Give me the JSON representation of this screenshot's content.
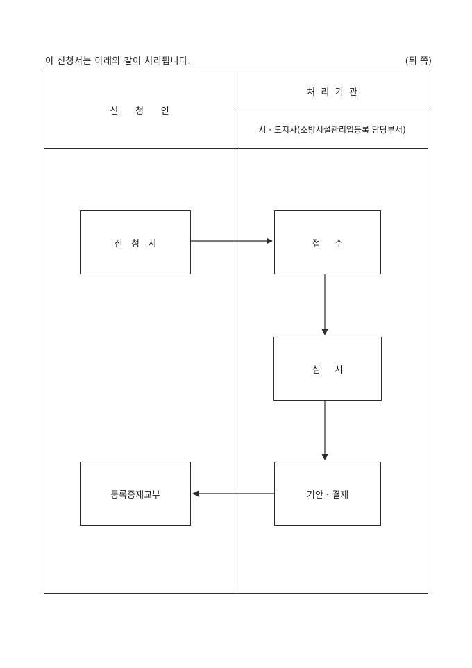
{
  "page": {
    "header_note": "이 신청서는 아래와 같이 처리됩니다.",
    "page_side_label": "(뒤 쪽)"
  },
  "table": {
    "applicant_header": "신      청      인",
    "agency_header": "처  리  기  관",
    "agency_subheader": "시 · 도지사(소방시설관리업등록 담당부서)"
  },
  "flowchart": {
    "boxes": [
      {
        "id": "application",
        "label": "신   청   서"
      },
      {
        "id": "receipt",
        "label": "접     수"
      },
      {
        "id": "review",
        "label": "심     사"
      },
      {
        "id": "draft-approval",
        "label": "기안 · 결재"
      },
      {
        "id": "certificate-reissue",
        "label": "등록증재교부"
      }
    ],
    "arrows": [
      {
        "id": "application-to-receipt",
        "direction": "right"
      },
      {
        "id": "receipt-to-review",
        "direction": "down"
      },
      {
        "id": "review-to-draft-approval",
        "direction": "down"
      },
      {
        "id": "draft-approval-to-certificate-reissue",
        "direction": "left"
      }
    ]
  },
  "colors": {
    "line": "#2b2b2b",
    "text": "#1a1a1a",
    "background": "#ffffff"
  }
}
